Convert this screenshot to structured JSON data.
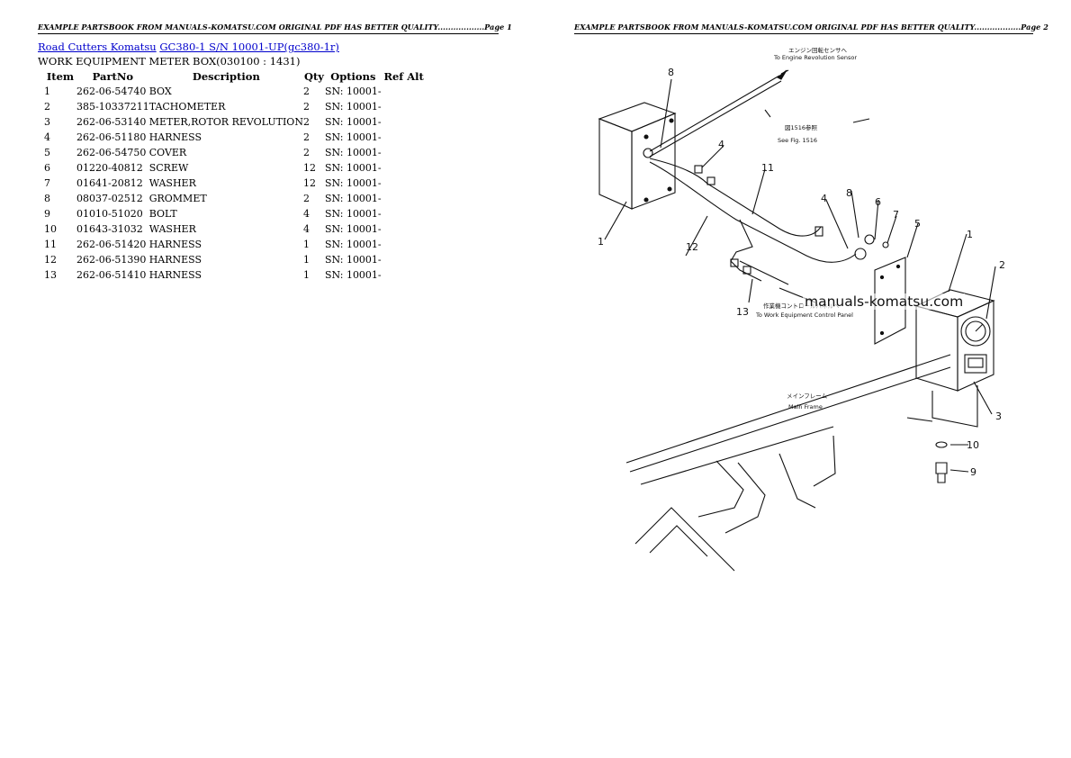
{
  "header_left": "EXAMPLE PARTSBOOK FROM MANUALS-KOMATSU.COM ORIGINAL PDF HAS BETTER QUALITY..................Page 1",
  "header_right": "EXAMPLE PARTSBOOK FROM MANUALS-KOMATSU.COM ORIGINAL PDF HAS BETTER QUALITY..................Page 2",
  "breadcrumb": {
    "link1": "Road Cutters Komatsu",
    "link2": "GC380-1 S/N 10001-UP(gc380-1r)"
  },
  "subtitle": "WORK EQUIPMENT METER BOX(030100 : 1431)",
  "table": {
    "headers": {
      "item": "Item",
      "partno": "PartNo",
      "description": "Description",
      "qty": "Qty",
      "options": "Options",
      "refalt": "Ref Alt"
    },
    "rows": [
      {
        "item": "1",
        "partno": "262-06-54740",
        "description": "BOX",
        "qty": "2",
        "options": "SN: 10001-"
      },
      {
        "item": "2",
        "partno": "385-10337211",
        "description": "TACHOMETER",
        "qty": "2",
        "options": "SN: 10001-"
      },
      {
        "item": "3",
        "partno": "262-06-53140",
        "description": "METER,ROTOR REVOLUTION",
        "qty": "2",
        "options": "SN: 10001-"
      },
      {
        "item": "4",
        "partno": "262-06-51180",
        "description": "HARNESS",
        "qty": "2",
        "options": "SN: 10001-"
      },
      {
        "item": "5",
        "partno": "262-06-54750",
        "description": "COVER",
        "qty": "2",
        "options": "SN: 10001-"
      },
      {
        "item": "6",
        "partno": "01220-40812",
        "description": "SCREW",
        "qty": "12",
        "options": "SN: 10001-"
      },
      {
        "item": "7",
        "partno": "01641-20812",
        "description": "WASHER",
        "qty": "12",
        "options": "SN: 10001-"
      },
      {
        "item": "8",
        "partno": "08037-02512",
        "description": "GROMMET",
        "qty": "2",
        "options": "SN: 10001-"
      },
      {
        "item": "9",
        "partno": "01010-51020",
        "description": "BOLT",
        "qty": "4",
        "options": "SN: 10001-"
      },
      {
        "item": "10",
        "partno": "01643-31032",
        "description": "WASHER",
        "qty": "4",
        "options": "SN: 10001-"
      },
      {
        "item": "11",
        "partno": "262-06-51420",
        "description": "HARNESS",
        "qty": "1",
        "options": "SN: 10001-"
      },
      {
        "item": "12",
        "partno": "262-06-51390",
        "description": "HARNESS",
        "qty": "1",
        "options": "SN: 10001-"
      },
      {
        "item": "13",
        "partno": "262-06-51410",
        "description": "HARNESS",
        "qty": "1",
        "options": "SN: 10001-"
      }
    ]
  },
  "diagram": {
    "callouts": {
      "c1a": "1",
      "c1b": "1",
      "c2": "2",
      "c3": "3",
      "c4a": "4",
      "c4b": "4",
      "c5": "5",
      "c6": "6",
      "c7": "7",
      "c8a": "8",
      "c8b": "8",
      "c9": "9",
      "c10": "10",
      "c11": "11",
      "c12": "12",
      "c13": "13"
    },
    "label_sensor_jp": "エンジン回転センサへ",
    "label_sensor_en": "To Engine Revolution Sensor",
    "label_fig_jp": "図1516参照",
    "label_fig_en": "See Fig. 1516",
    "label_panel_jp": "作業機コントロールパネルへ",
    "label_panel_en": "To Work Equipment Control Panel",
    "label_frame_jp": "メインフレーム",
    "label_frame_en": "Main Frame"
  },
  "watermark": "manuals-komatsu.com"
}
